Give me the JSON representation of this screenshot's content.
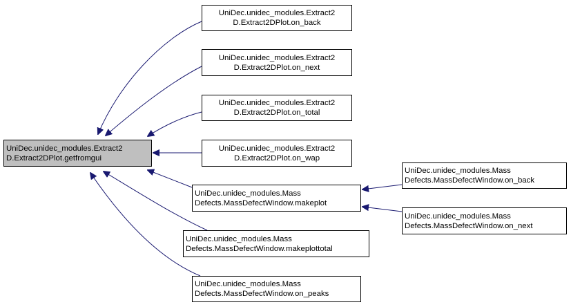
{
  "colors": {
    "edge": "#191970",
    "root_fill": "#bfbfbf",
    "node_border": "#000000"
  },
  "nodes": {
    "getfromgui": {
      "line1": "UniDec.unidec_modules.Extract2",
      "line2": "D.Extract2DPlot.getfromgui"
    },
    "on_back_2d": {
      "line1": "UniDec.unidec_modules.Extract2",
      "line2": "D.Extract2DPlot.on_back"
    },
    "on_next_2d": {
      "line1": "UniDec.unidec_modules.Extract2",
      "line2": "D.Extract2DPlot.on_next"
    },
    "on_total_2d": {
      "line1": "UniDec.unidec_modules.Extract2",
      "line2": "D.Extract2DPlot.on_total"
    },
    "on_wap_2d": {
      "line1": "UniDec.unidec_modules.Extract2",
      "line2": "D.Extract2DPlot.on_wap"
    },
    "makeplot": {
      "line1": "UniDec.unidec_modules.Mass",
      "line2": "Defects.MassDefectWindow.makeplot"
    },
    "makeplottotal": {
      "line1": "UniDec.unidec_modules.Mass",
      "line2": "Defects.MassDefectWindow.makeplottotal"
    },
    "on_peaks": {
      "line1": "UniDec.unidec_modules.Mass",
      "line2": "Defects.MassDefectWindow.on_peaks"
    },
    "on_back_md": {
      "line1": "UniDec.unidec_modules.Mass",
      "line2": "Defects.MassDefectWindow.on_back"
    },
    "on_next_md": {
      "line1": "UniDec.unidec_modules.Mass",
      "line2": "Defects.MassDefectWindow.on_next"
    }
  },
  "edges": [
    {
      "from": "on_back_2d",
      "to": "getfromgui"
    },
    {
      "from": "on_next_2d",
      "to": "getfromgui"
    },
    {
      "from": "on_total_2d",
      "to": "getfromgui"
    },
    {
      "from": "on_wap_2d",
      "to": "getfromgui"
    },
    {
      "from": "makeplot",
      "to": "getfromgui"
    },
    {
      "from": "makeplottotal",
      "to": "getfromgui"
    },
    {
      "from": "on_peaks",
      "to": "getfromgui"
    },
    {
      "from": "on_back_md",
      "to": "makeplot"
    },
    {
      "from": "on_next_md",
      "to": "makeplot"
    }
  ]
}
